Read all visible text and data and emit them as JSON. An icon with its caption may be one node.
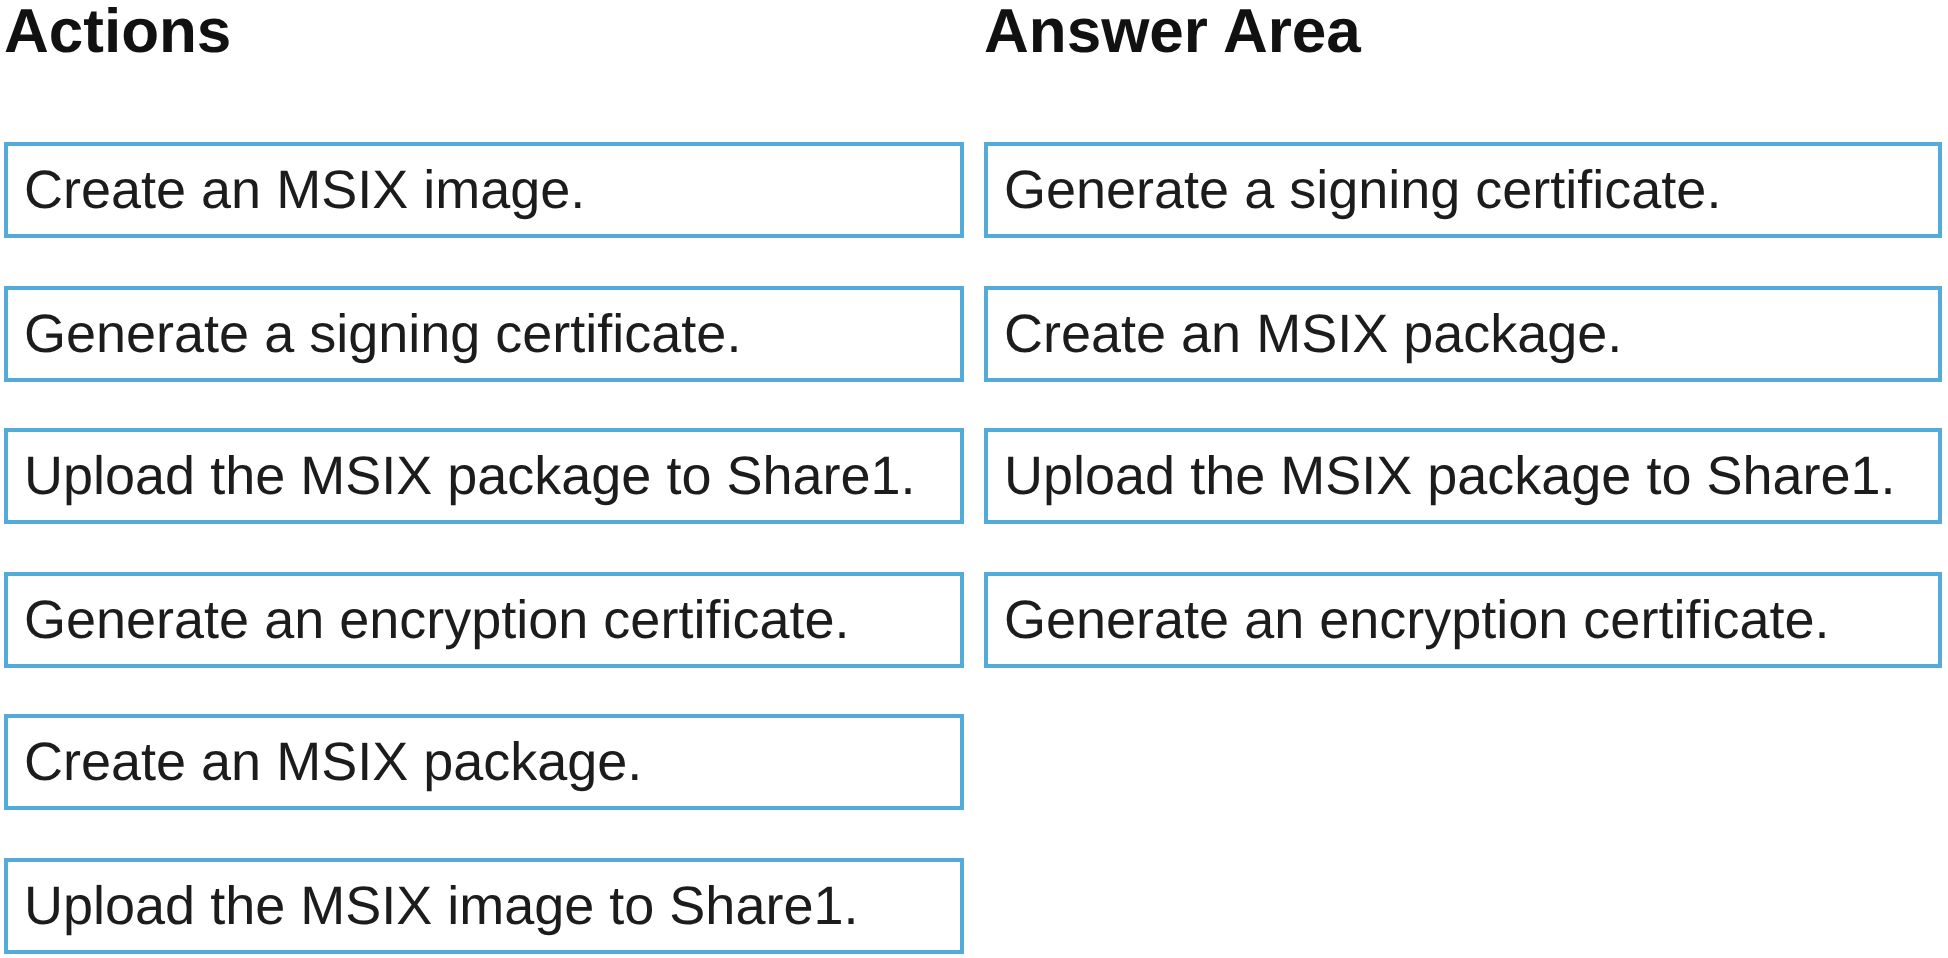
{
  "diagram": {
    "nodes": [
      {
        "text": [
          "Create an MSIX image."
        ]
      },
      {
        "text": [
          "Generate a signing certificate."
        ]
      },
      {
        "text": [
          "Upload the MSIX package to Share1."
        ]
      },
      {
        "text": [
          "Generate an encryption certificate."
        ]
      },
      {
        "text": [
          "Create an MSIX package."
        ]
      },
      {
        "text": [
          "Upload the MSIX image to Share1."
        ]
      },
      {
        "text": [
          "Generate a signing certificate."
        ]
      },
      {
        "text": [
          "Create an MSIX package."
        ]
      },
      {
        "text": [
          "Upload the MSIX package to Share1."
        ]
      },
      {
        "text": [
          "Generate an encryption certificate."
        ]
      }
    ],
    "labels": [
      "Actions",
      "Answer Area"
    ]
  }
}
